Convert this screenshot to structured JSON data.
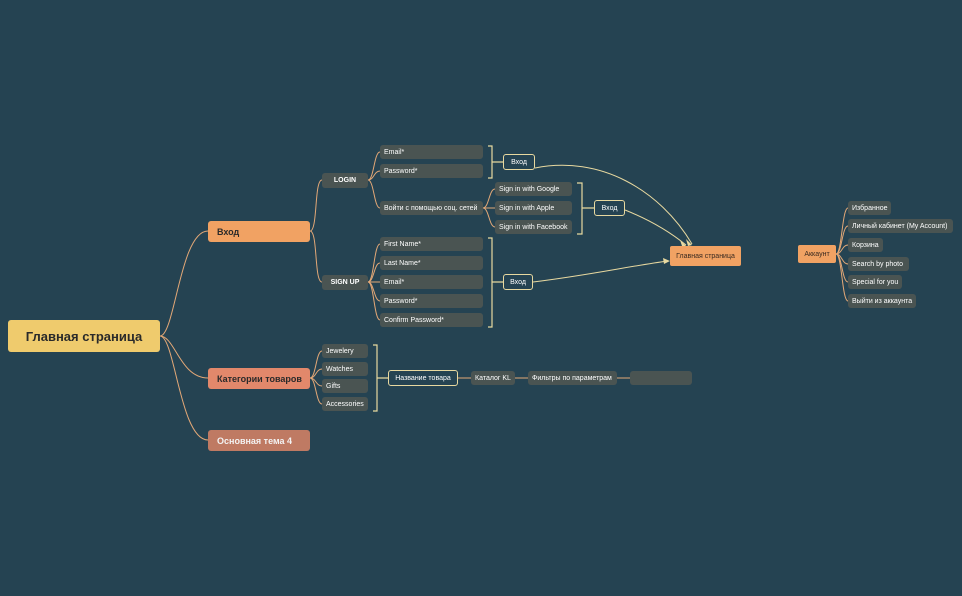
{
  "root": {
    "label": "Главная страница"
  },
  "topics": {
    "vhod": "Вход",
    "categories": "Категории товаров",
    "topic4": "Основная тема 4"
  },
  "login": {
    "label": "LOGIN",
    "email": "Email*",
    "password": "Password*",
    "social": "Войти с помощью соц. сетей",
    "enter_button": "Вход"
  },
  "social": {
    "google": "Sign in with Google",
    "apple": "Sign in with Apple",
    "facebook": "Sign in with Facebook",
    "enter_button": "Вход"
  },
  "signup": {
    "label": "SIGN UP",
    "first_name": "First Name*",
    "last_name": "Last Name*",
    "email": "Email*",
    "password": "Password*",
    "confirm_password": "Confirm Password*",
    "enter_button": "Вход"
  },
  "home_target": {
    "label": "Главная страница"
  },
  "account": {
    "label": "Аккаунт",
    "items": [
      "Избранное",
      "Личный кабинет (My Account)",
      "Корзина",
      "Search by photo",
      "Special for you",
      "Выйти из аккаунта"
    ]
  },
  "categories": {
    "items": [
      "Jewelery",
      "Watches",
      "Gifts",
      "Accessories"
    ],
    "product_name": "Название товара",
    "catalog": "Каталог KL",
    "filters": "Фильтры по параметрам",
    "empty": ""
  },
  "colors": {
    "background": "#254352",
    "root": "#efcb6d",
    "topic_orange": "#f1a263",
    "topic_salmon": "#e2886b",
    "topic_brown": "#bf7a63",
    "subtopic": "#4a5452",
    "connector": "#e3a877",
    "bracket": "#e8d9a0"
  }
}
